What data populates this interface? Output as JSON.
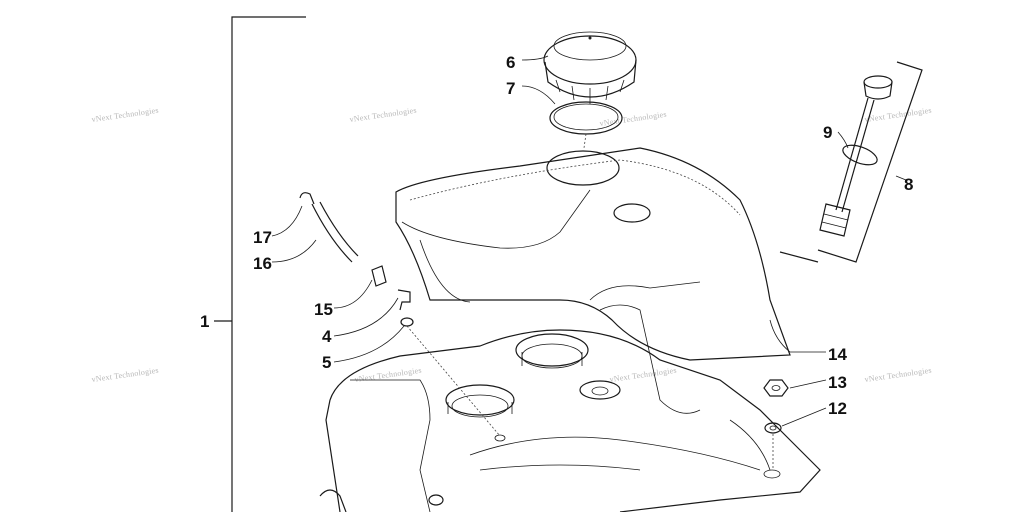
{
  "diagram": {
    "watermark": "vNext Technologies",
    "callouts": [
      {
        "id": "1",
        "label": "1"
      },
      {
        "id": "4",
        "label": "4"
      },
      {
        "id": "5",
        "label": "5"
      },
      {
        "id": "6",
        "label": "6"
      },
      {
        "id": "7",
        "label": "7"
      },
      {
        "id": "8",
        "label": "8"
      },
      {
        "id": "9",
        "label": "9"
      },
      {
        "id": "12",
        "label": "12"
      },
      {
        "id": "13",
        "label": "13"
      },
      {
        "id": "14",
        "label": "14"
      },
      {
        "id": "15",
        "label": "15"
      },
      {
        "id": "16",
        "label": "16"
      },
      {
        "id": "17",
        "label": "17"
      }
    ]
  }
}
